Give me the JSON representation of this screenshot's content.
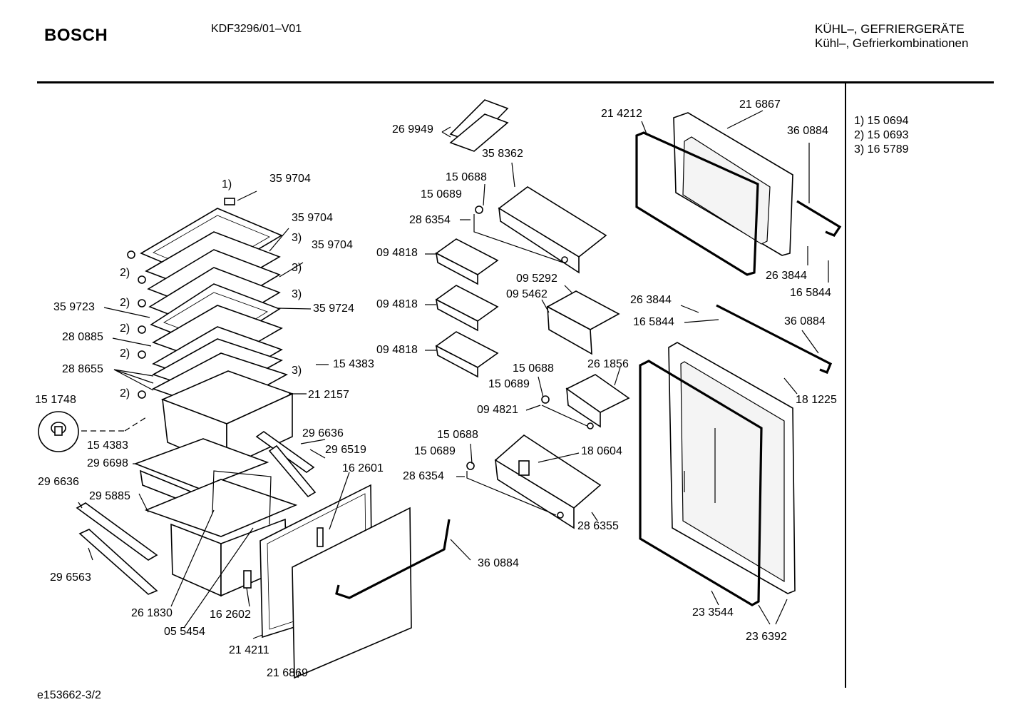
{
  "header": {
    "brand": "BOSCH",
    "model": "KDF3296/01–V01",
    "category_line1": "KÜHL–, GEFRIERGERÄTE",
    "category_line2": "Kühl–, Gefrierkombinationen"
  },
  "footnotes": [
    "1)  15 0694",
    "2)  15 0693",
    "3)  16 5789"
  ],
  "footer": {
    "doc_id": "e153662-3/2"
  },
  "part_labels": [
    "1)",
    "35 9704",
    "35 9704",
    "3)",
    "35 9704",
    "3)",
    "2)",
    "2)",
    "3)",
    "35 9723",
    "35 9724",
    "2)",
    "28 0885",
    "2)",
    "28 8655",
    "3)",
    "15 4383",
    "2)",
    "21 2157",
    "15 1748",
    "15 4383",
    "29 6636",
    "29 6519",
    "29 6698",
    "16 2601",
    "29 6636",
    "29 5885",
    "29 6563",
    "26 1830",
    "05 5454",
    "16 2602",
    "21 4211",
    "21 6869",
    "36 0884",
    "26 9949",
    "35 8362",
    "15 0688",
    "15 0689",
    "28 6354",
    "09 4818",
    "09 4818",
    "09 4818",
    "09 5292",
    "09 5462",
    "15 0688",
    "15 0689",
    "26 1856",
    "09 4821",
    "15 0688",
    "15 0689",
    "18 0604",
    "28 6354",
    "28 6355",
    "21 4212",
    "21 6867",
    "36 0884",
    "26 3844",
    "16 5844",
    "26 3844",
    "16 5844",
    "36 0884",
    "18 1225",
    "23 3544",
    "23 6392"
  ],
  "colors": {
    "ink": "#000000",
    "paper": "#ffffff"
  }
}
